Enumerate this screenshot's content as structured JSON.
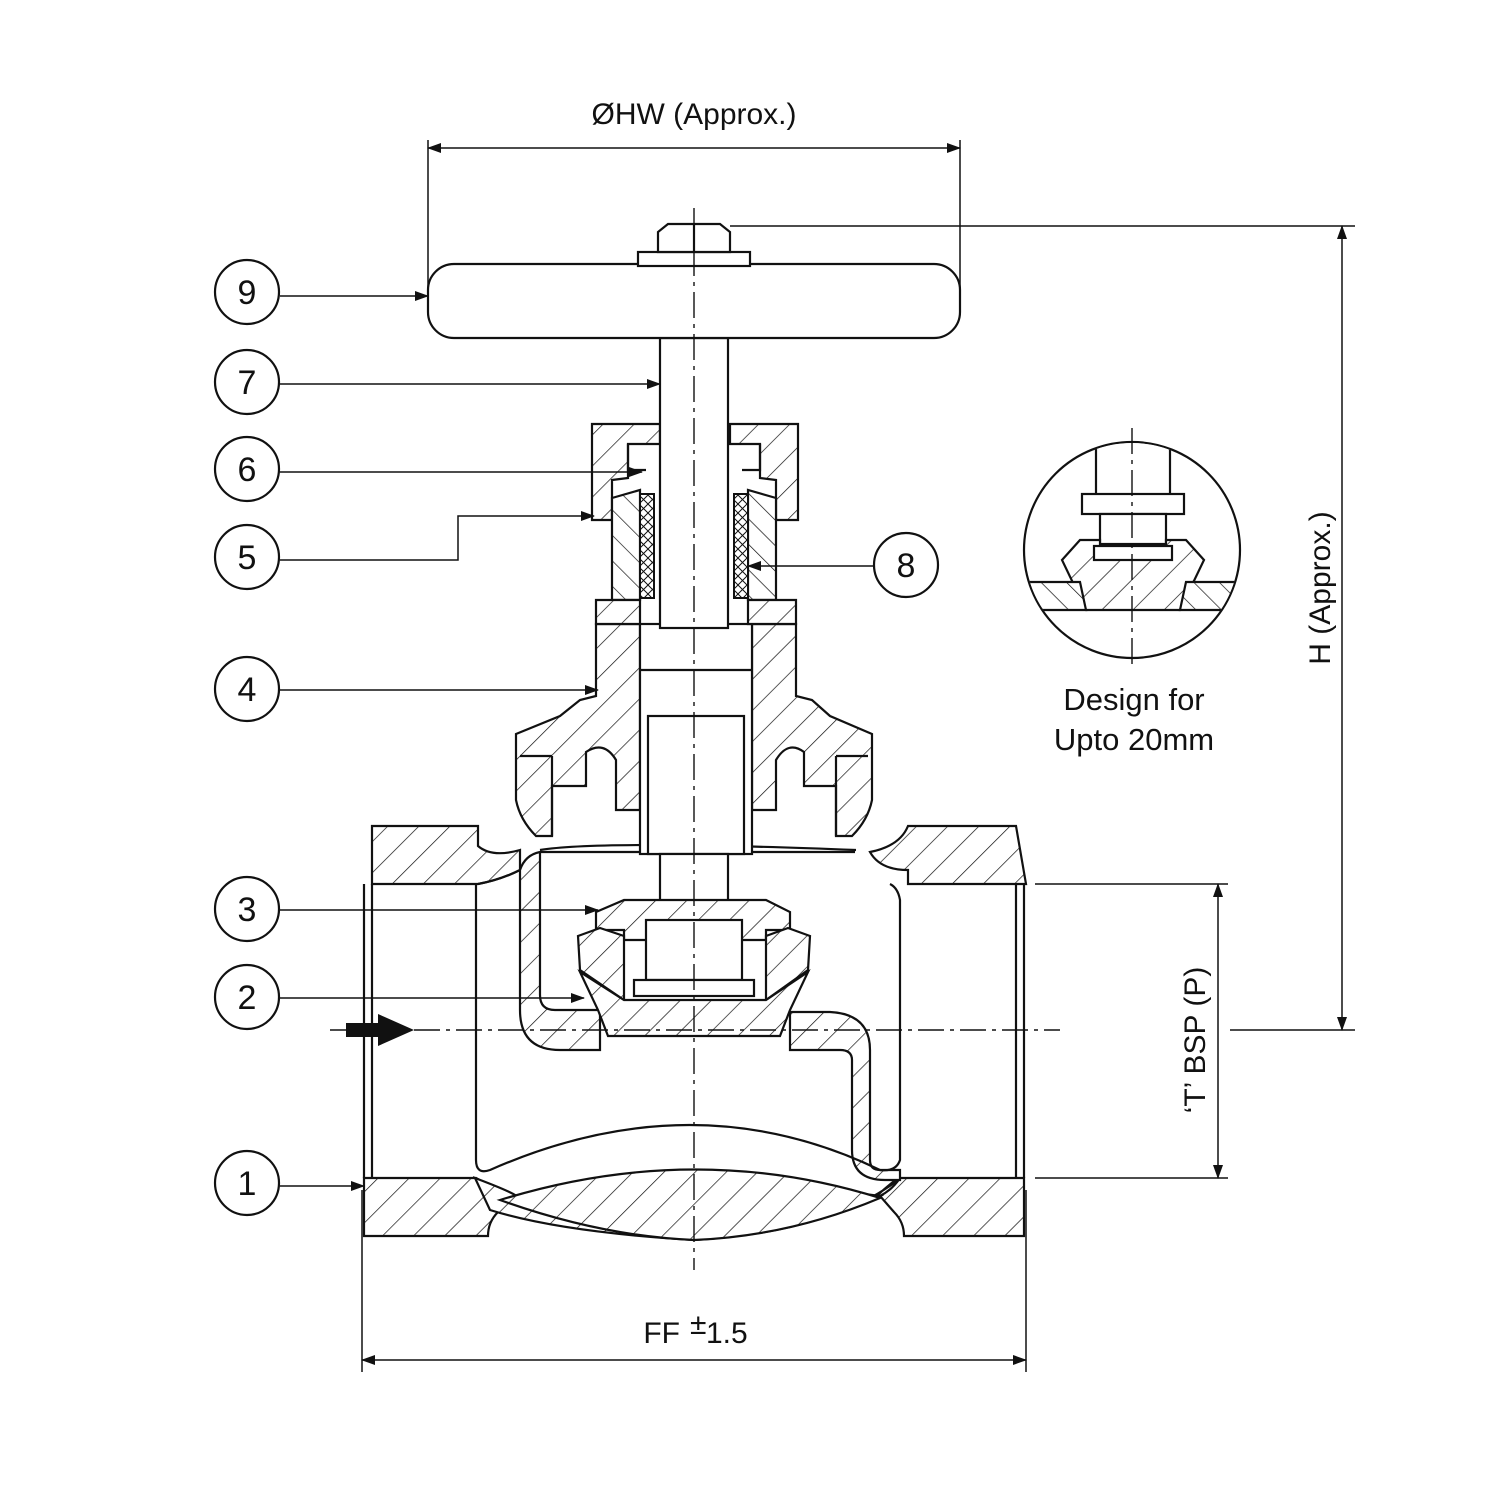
{
  "drawing": {
    "title": "",
    "dimensions": {
      "handwheel_diameter": "ØHW (Approx.)",
      "height": "H (Approx.)",
      "face_to_face": "FF",
      "face_to_face_tolerance": "1.5",
      "thread": "‘T’ BSP (P)"
    },
    "detail_caption": [
      "Design for",
      "Upto 20mm"
    ],
    "callouts": [
      {
        "id": "9",
        "label": "9"
      },
      {
        "id": "7",
        "label": "7"
      },
      {
        "id": "6",
        "label": "6"
      },
      {
        "id": "5",
        "label": "5"
      },
      {
        "id": "8",
        "label": "8"
      },
      {
        "id": "4",
        "label": "4"
      },
      {
        "id": "3",
        "label": "3"
      },
      {
        "id": "2",
        "label": "2"
      },
      {
        "id": "1",
        "label": "1"
      }
    ],
    "icons": {
      "flow_arrow": "flow-direction-arrow-icon"
    }
  }
}
